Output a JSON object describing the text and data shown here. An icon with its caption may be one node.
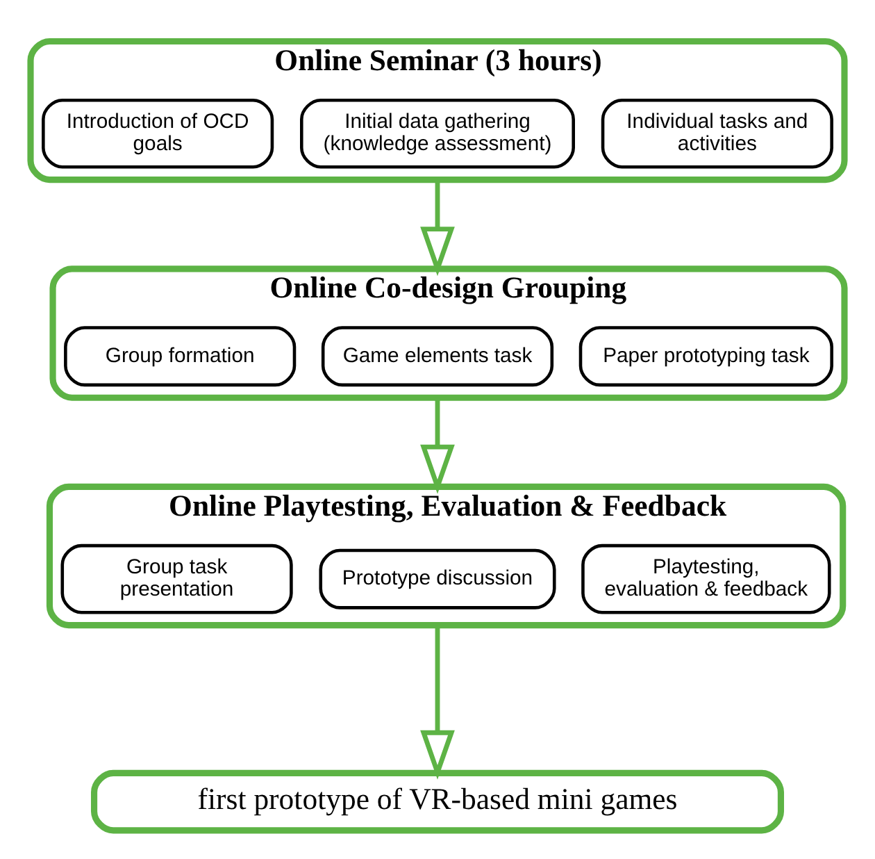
{
  "diagram": {
    "nodes": [
      {
        "text": [
          "Online Seminar (3 hours)"
        ]
      },
      {
        "text": [
          "Introduction of OCD goals"
        ],
        "in": 0
      },
      {
        "text": [
          "Initial data gathering (knowledge assessment)"
        ],
        "in": 0
      },
      {
        "text": [
          "Individual tasks and activities"
        ],
        "in": 0
      },
      {
        "text": [
          "Online Co-design Grouping"
        ]
      },
      {
        "text": [
          "Group formation"
        ],
        "in": 4
      },
      {
        "text": [
          "Game elements task"
        ],
        "in": 4
      },
      {
        "text": [
          "Paper prototyping task"
        ],
        "in": 4
      },
      {
        "text": [
          "Online Playtesting, Evaluation & Feedback"
        ]
      },
      {
        "text": [
          "Group task presentation"
        ],
        "in": 8
      },
      {
        "text": [
          "Prototype discussion"
        ],
        "in": 8
      },
      {
        "text": [
          "Playtesting, evaluation & feedback"
        ],
        "in": 8
      },
      {
        "text": [
          "first prototype of VR-based mini games"
        ]
      }
    ],
    "edges": [
      {
        "from": 0,
        "to": 4,
        "arrow": "to"
      },
      {
        "from": 4,
        "to": 8,
        "arrow": "to"
      },
      {
        "from": 8,
        "to": 12,
        "arrow": "to"
      }
    ]
  }
}
